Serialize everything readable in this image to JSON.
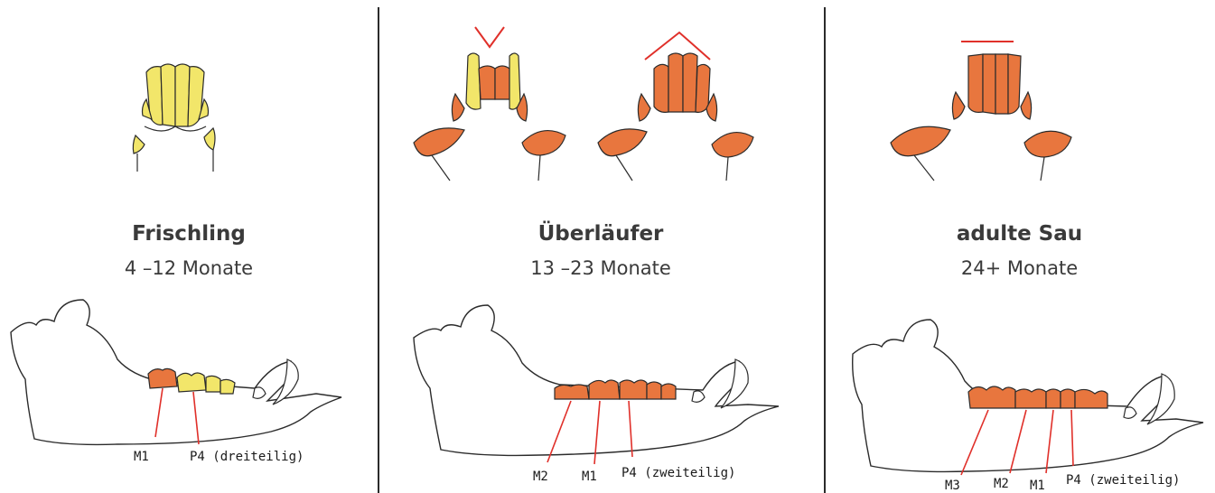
{
  "colors": {
    "milk_tooth": "#f2e66a",
    "permanent_tooth": "#e8763e",
    "indicator_line": "#e0302a",
    "outline": "#2b2b2b",
    "text": "#3a3a3a"
  },
  "panels": [
    {
      "title": "Frischling",
      "age": "4 –12 Monate",
      "jaw_labels": [
        "M1",
        "P4 (dreiteilig)"
      ]
    },
    {
      "title": "Überläufer",
      "age": "13 –23 Monate",
      "jaw_labels": [
        "M2",
        "M1",
        "P4 (zweiteilig)"
      ]
    },
    {
      "title": "adulte Sau",
      "age": "24+ Monate",
      "jaw_labels": [
        "M3",
        "M2",
        "M1",
        "P4 (zweiteilig)"
      ]
    }
  ]
}
